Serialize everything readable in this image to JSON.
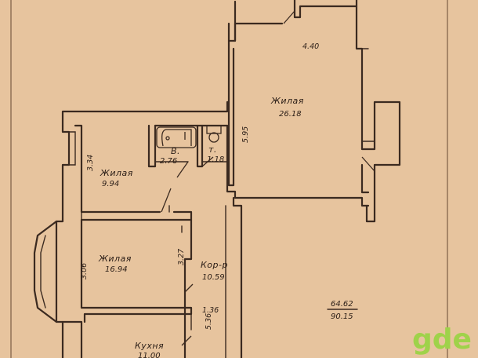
{
  "rooms": {
    "living_large": {
      "name": "Жилая",
      "area": "26.18"
    },
    "living_small": {
      "name": "Жилая",
      "area": "9.94"
    },
    "living_mid": {
      "name": "Жилая",
      "area": "16.94"
    },
    "bath": {
      "name": "В.",
      "area": "2.76"
    },
    "toilet": {
      "name": "т.",
      "area": "1.18"
    },
    "corridor": {
      "name": "Кор-р",
      "area": "10.59"
    },
    "kitchen": {
      "name": "Кухня",
      "area": "11.00"
    },
    "totals": {
      "living_area": "64.62",
      "total_area": "90.15"
    }
  },
  "dimensions": {
    "top_room_width": "4.40",
    "large_room_height": "5.95",
    "small_room_height": "3.34",
    "mid_room_height": "3.06",
    "mid_room_right": "3.27",
    "corridor_width": "1.36",
    "corridor_length": "5.36"
  },
  "watermark": {
    "text": "gde",
    "color": "#9fd24a"
  }
}
